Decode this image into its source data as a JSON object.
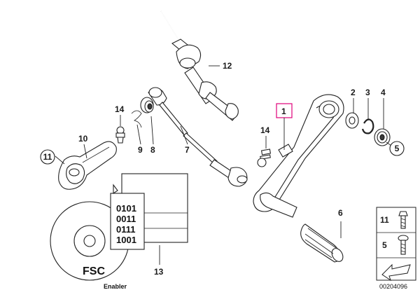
{
  "callouts": {
    "c1": "1",
    "c2": "2",
    "c3": "3",
    "c4": "4",
    "c5": "5",
    "c6": "6",
    "c7": "7",
    "c8": "8",
    "c9": "9",
    "c10": "10",
    "c11": "11",
    "c12": "12",
    "c13": "13",
    "c14a": "14",
    "c14b": "14"
  },
  "highlight_color": "#e0007a",
  "software": {
    "binary": [
      "0101",
      "0011",
      "0111",
      "1001"
    ],
    "disc_label": "FSC",
    "disc_sublabel": "Enabler"
  },
  "legend": {
    "item_a": "11",
    "item_b": "5"
  },
  "reference_number": "00204096"
}
